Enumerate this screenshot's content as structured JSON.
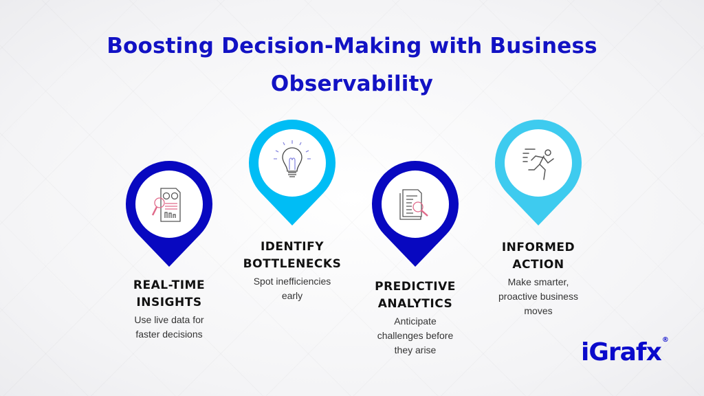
{
  "title": {
    "line1": "Boosting Decision-Making with Business",
    "line2": "Observability"
  },
  "colors": {
    "dark_blue": "#0808c0",
    "light_blue": "#00bdf5",
    "sky_blue": "#3ecbef",
    "title": "#1212c4"
  },
  "items": [
    {
      "title1": "REAL-TIME",
      "title2": "INSIGHTS",
      "desc1": "Use live data for",
      "desc2": "faster decisions",
      "icon": "report-analysis-icon"
    },
    {
      "title1": "IDENTIFY",
      "title2": "BOTTLENECKS",
      "desc1": "Spot inefficiencies",
      "desc2": "early",
      "icon": "lightbulb-icon"
    },
    {
      "title1": "PREDICTIVE",
      "title2": "ANALYTICS",
      "desc1": "Anticipate",
      "desc2": "challenges before",
      "desc3": "they arise",
      "icon": "document-search-icon"
    },
    {
      "title1": "INFORMED",
      "title2": "ACTION",
      "desc1": "Make smarter,",
      "desc2": "proactive business",
      "desc3": "moves",
      "icon": "running-person-icon"
    }
  ],
  "logo": {
    "text": "iGrafx",
    "mark": "®"
  }
}
